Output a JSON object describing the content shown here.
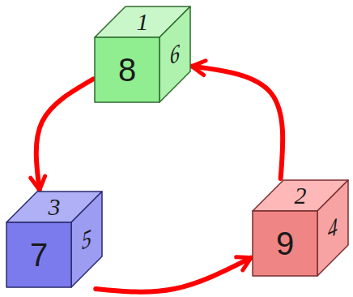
{
  "diagram": {
    "nodes": [
      {
        "text": [
          "1",
          "8",
          "6"
        ]
      },
      {
        "text": [
          "3",
          "7",
          "5"
        ]
      },
      {
        "text": [
          "2",
          "9",
          "4"
        ]
      }
    ],
    "edges": [
      {
        "from": 0,
        "to": 1,
        "arrow": "to"
      },
      {
        "from": 1,
        "to": 2,
        "arrow": "to"
      },
      {
        "from": 2,
        "to": 0,
        "arrow": "to"
      }
    ]
  }
}
